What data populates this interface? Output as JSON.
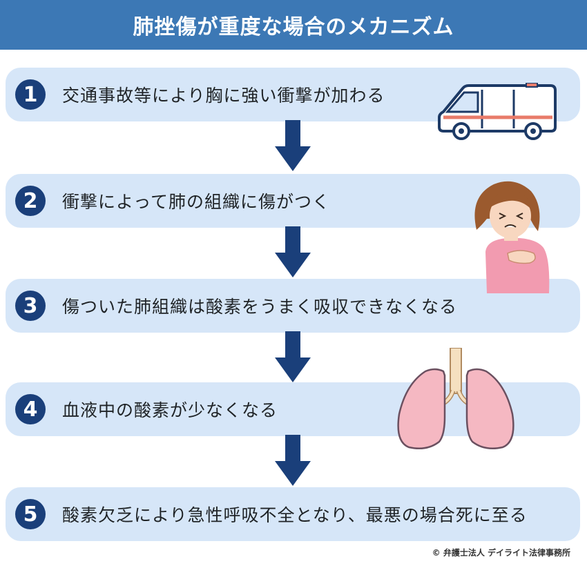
{
  "title": "肺挫傷が重度な場合のメカニズム",
  "steps": [
    {
      "number": "1",
      "text": "交通事故等により胸に強い衝撃が加わる"
    },
    {
      "number": "2",
      "text": "衝撃によって肺の組織に傷がつく"
    },
    {
      "number": "3",
      "text": "傷ついた肺組織は酸素をうまく吸収できなくなる"
    },
    {
      "number": "4",
      "text": "血液中の酸素が少なくなる"
    },
    {
      "number": "5",
      "text": "酸素欠乏により急性呼吸不全となり、最悪の場合死に至る"
    }
  ],
  "credit": "© 弁護士法人 デイライト法律事務所",
  "colors": {
    "title_bg": "#3c78b5",
    "step_bg": "#d6e6f8",
    "number_bg": "#1a3f7a",
    "arrow": "#1a3f7a"
  },
  "icons": [
    "ambulance-icon",
    "woman-chest-pain-icon",
    "lungs-icon",
    "arrow-down-icon"
  ]
}
